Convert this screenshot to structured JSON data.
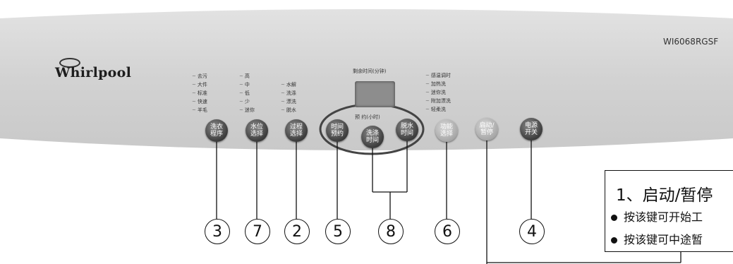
{
  "brand": {
    "name": "Whirlpool"
  },
  "model": "WI6068RGSF",
  "groups": {
    "wash_program": [
      "去污",
      "大件",
      "标准",
      "快速",
      "羊毛"
    ],
    "water_level": [
      "高",
      "中",
      "低",
      "少",
      "迷你"
    ],
    "process": [
      "水解",
      "洗涤",
      "漂洗",
      "脱水"
    ],
    "function": [
      "感温调时",
      "加热洗",
      "迷你洗",
      "附加漂洗",
      "轻柔洗"
    ]
  },
  "display": {
    "remaining_label": "剩余时间(分钟)",
    "reserve_label": "预 约(小时)"
  },
  "buttons": {
    "wash_program": "洗衣 程序",
    "water_level": "水位 选择",
    "process": "过程 选择",
    "reserve": "时间 预约",
    "wash_time": "洗涤 时间",
    "spin_time": "脱水 时间",
    "function": "功能 选择",
    "start_pause": "启动/ 暂停",
    "power": "电源 开关"
  },
  "callouts": [
    "3",
    "7",
    "2",
    "5",
    "8",
    "6",
    "4"
  ],
  "info": {
    "title": "1、启动/暂停",
    "line1": "按该键可开始工",
    "line2": "按该键可中途暂"
  }
}
